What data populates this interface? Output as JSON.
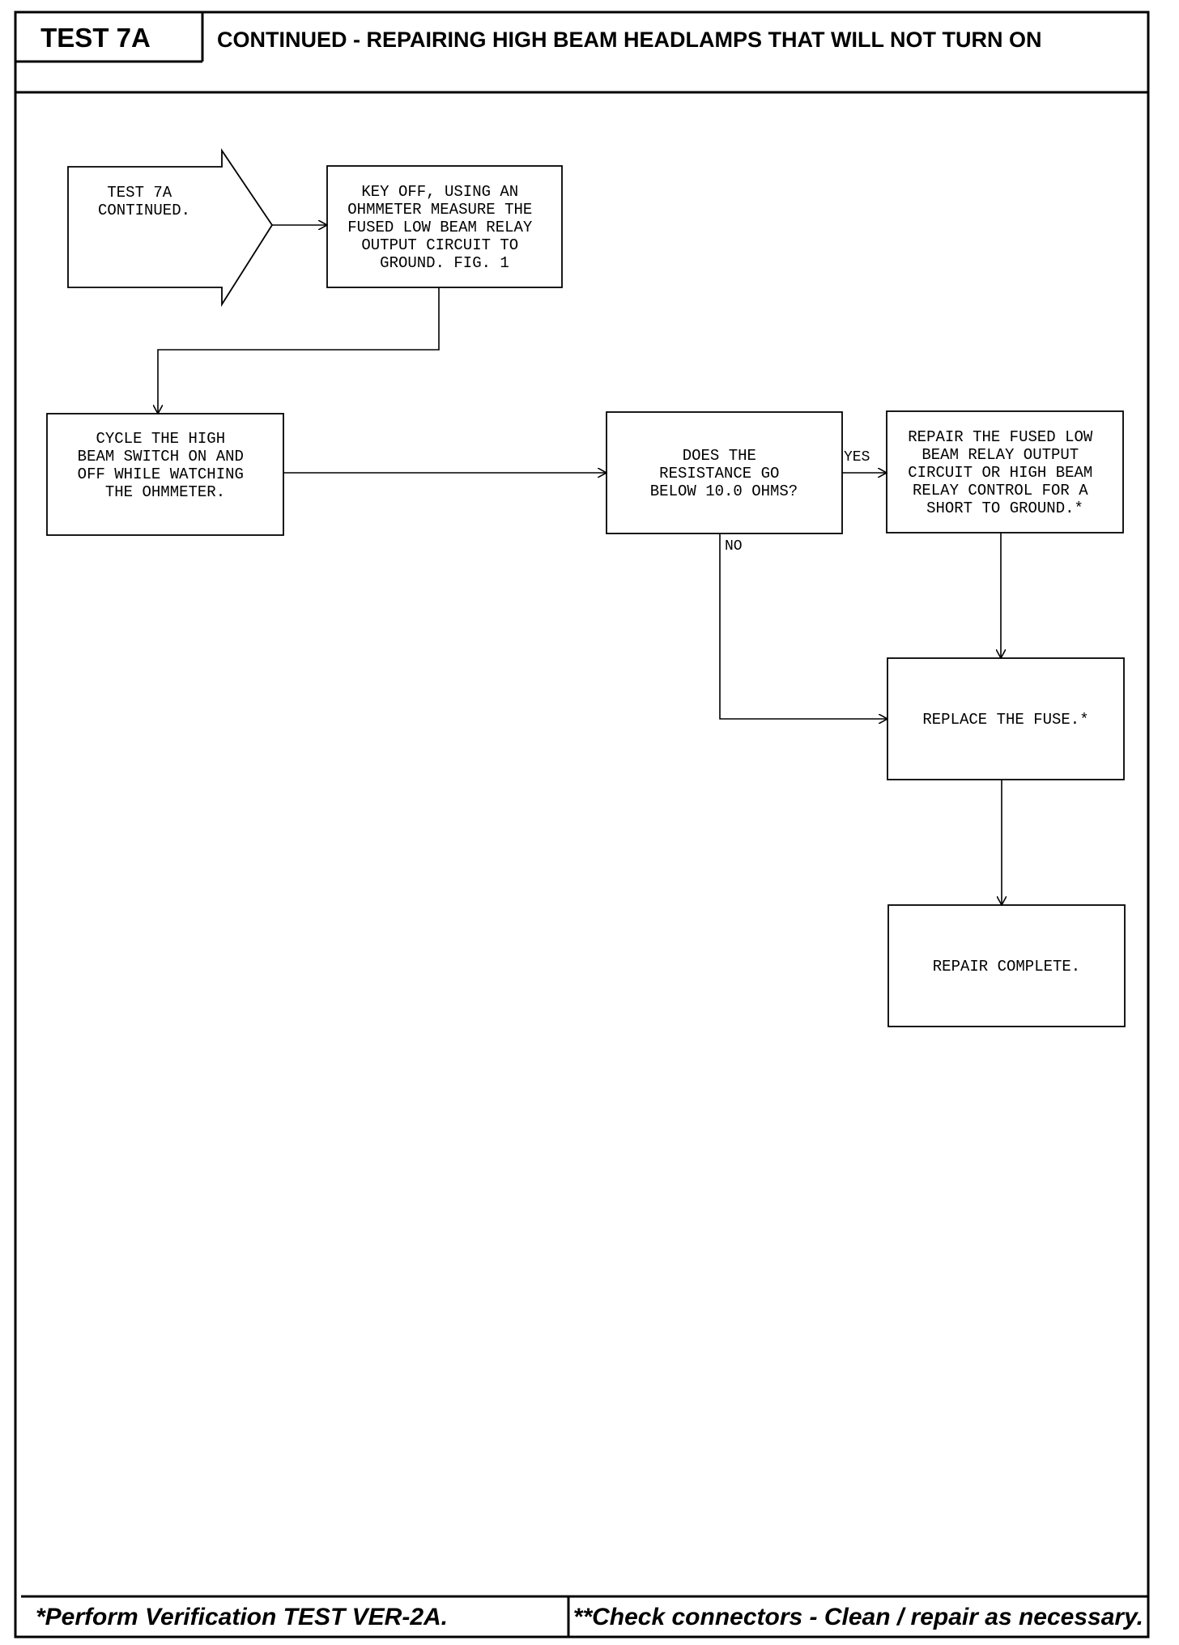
{
  "header": {
    "test_id": "TEST 7A",
    "title": "CONTINUED - REPAIRING HIGH BEAM HEADLAMPS THAT WILL NOT TURN ON"
  },
  "flowchart": {
    "start": [
      "TEST 7A",
      "CONTINUED."
    ],
    "step_measure": [
      "KEY OFF, USING AN",
      "OHMMETER MEASURE THE",
      "FUSED LOW BEAM RELAY",
      "OUTPUT CIRCUIT TO",
      "GROUND. FIG. 1"
    ],
    "step_cycle": [
      "CYCLE THE HIGH",
      "BEAM SWITCH ON AND",
      "OFF WHILE WATCHING",
      "THE OHMMETER."
    ],
    "decision": [
      "DOES THE",
      "RESISTANCE GO",
      "BELOW 10.0 OHMS?"
    ],
    "step_repair_short": [
      "REPAIR THE FUSED LOW",
      "BEAM RELAY OUTPUT",
      "CIRCUIT OR HIGH BEAM",
      "RELAY CONTROL FOR A",
      "SHORT TO GROUND.*"
    ],
    "step_replace_fuse": [
      "REPLACE THE FUSE.*"
    ],
    "step_complete": [
      "REPAIR COMPLETE."
    ],
    "label_yes": "YES",
    "label_no": "NO"
  },
  "footer": {
    "left": "*Perform Verification TEST VER-2A.",
    "right": "**Check connectors - Clean / repair as necessary."
  }
}
